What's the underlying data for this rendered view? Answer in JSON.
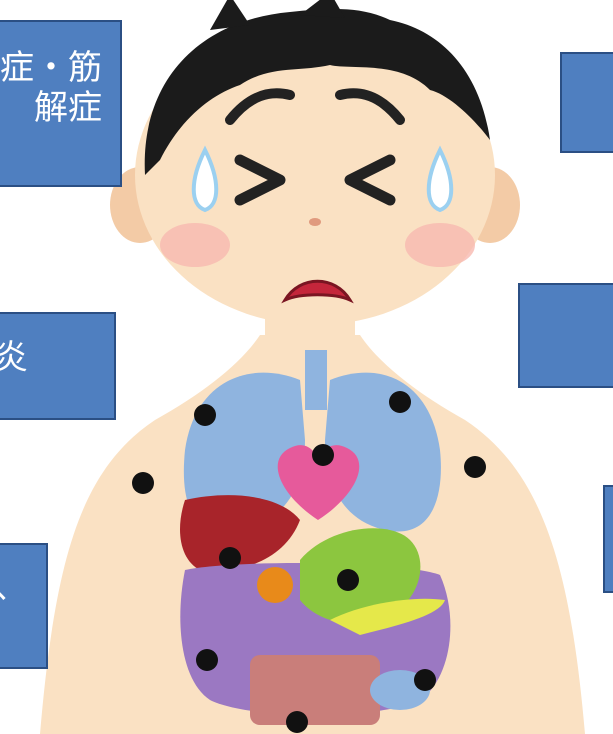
{
  "labels": {
    "top_left": "症・筋\n解症",
    "mid_left": "炎",
    "bottom_left": "、"
  },
  "colors": {
    "skin": "#fae1c3",
    "hair": "#1b1b1b",
    "box": "#4f7fc0",
    "lungs": "#8fb4df",
    "heart": "#e65a9b",
    "liver": "#a8242a",
    "stomach": "#8cc63f",
    "intestine": "#9b78c2",
    "lesion": "#111111"
  },
  "icons": [
    "sad-face",
    "sweat-drop",
    "lesion-star"
  ]
}
